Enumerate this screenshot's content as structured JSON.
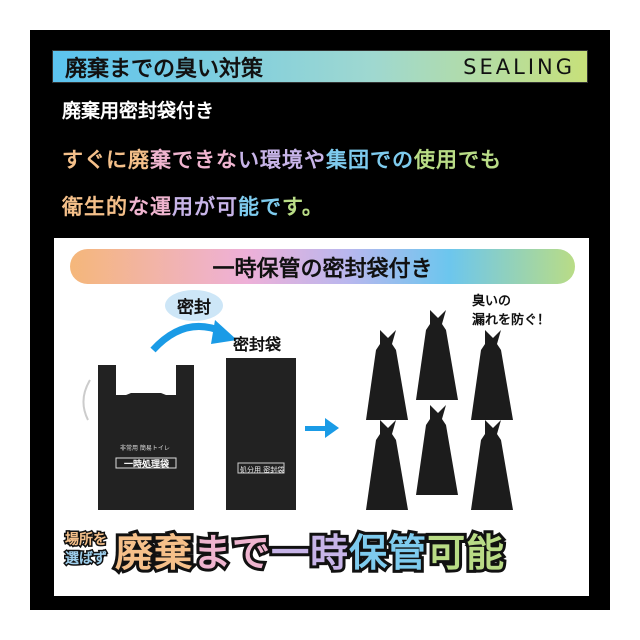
{
  "header": {
    "title": "廃棄までの臭い対策",
    "subtitle": "SEALING"
  },
  "feature": "廃棄用密封袋付き",
  "description": {
    "line1": "すぐに廃棄できない環境や集団での使用でも",
    "line2": "衛生的な運用が可能です。"
  },
  "colors": [
    "#f5c08a",
    "#efb4cf",
    "#c7b4e8",
    "#7ecbee",
    "#b9dc86"
  ],
  "panel": {
    "banner": "一時保管の密封袋付き",
    "seal_label": "密封",
    "sealed_bag_label": "密封袋",
    "smell_note_1": "臭いの",
    "smell_note_2": "漏れを防ぐ！",
    "toilet_bag": {
      "top": "非常用 簡易トイレ",
      "main": "一時処理袋"
    },
    "sealed_bag": {
      "text": "処分用 密封袋"
    }
  },
  "bottom": {
    "small_1": "場所を",
    "small_2": "選ばず",
    "headline": "廃棄まで一時保管可能"
  }
}
